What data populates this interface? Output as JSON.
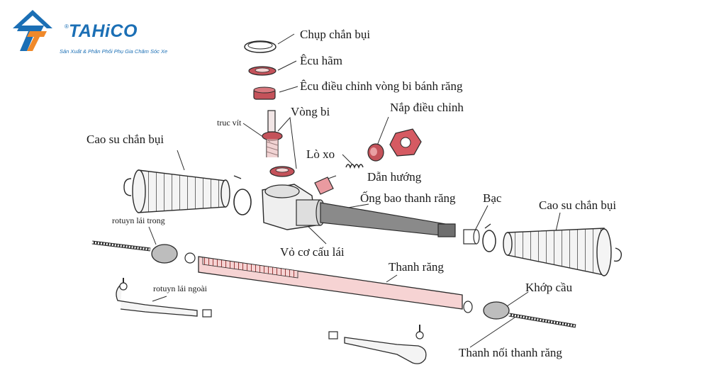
{
  "brand": {
    "name": "TAHiCO",
    "tagline": "Sản Xuất & Phân Phối Phụ Gia Chăm Sóc Xe",
    "registered_mark": "®",
    "colors": {
      "blue": "#1b6fb5",
      "orange": "#f0892a"
    }
  },
  "labels": {
    "dust_cap": "Chụp chắn bụi",
    "lock_nut": "Êcu hãm",
    "adjust_nut": "Êcu điều chỉnh vòng bi bánh răng",
    "bearing": "Vòng bi",
    "worm_shaft": "truc vít",
    "adjust_cover": "Nắp điều chỉnh",
    "boot_left": "Cao su chắn bụi",
    "spring": "Lò xo",
    "guide": "Dẫn hướng",
    "rack_tube": "Ống bao thanh răng",
    "bushing": "Bạc",
    "boot_right": "Cao su chắn bụi",
    "inner_tie_rod": "rotuyn lái trong",
    "housing": "Vỏ cơ cấu lái",
    "rack": "Thanh răng",
    "outer_tie_rod": "rotuyn lái ngoài",
    "ball_joint": "Khớp cầu",
    "tie_rod": "Thanh nối thanh răng"
  },
  "colors": {
    "red_part": "#c4525a",
    "rack_fill": "#f6d3d3",
    "line": "#2a2a2a",
    "boot_fill": "#f2f2f2",
    "tube_fill": "#8a8a8a"
  }
}
